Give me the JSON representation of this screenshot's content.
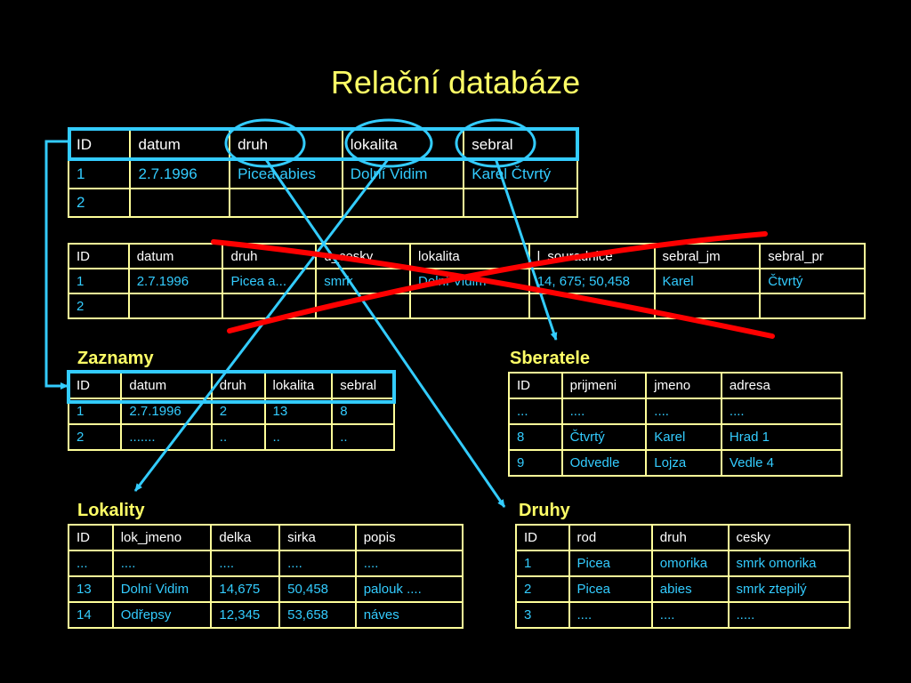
{
  "title": "Relační databáze",
  "main_table": {
    "headers": [
      "ID",
      "datum",
      "druh",
      "lokalita",
      "sebral"
    ],
    "rows": [
      [
        "1",
        "2.7.1996",
        "Picea abies",
        "Dolní Vidim",
        "Karel Čtvrtý"
      ],
      [
        "2",
        "",
        "",
        "",
        ""
      ]
    ]
  },
  "flat_table": {
    "headers": [
      "ID",
      "datum",
      "druh",
      "d_cesky",
      "lokalita",
      "l_souradnice",
      "sebral_jm",
      "sebral_pr"
    ],
    "rows": [
      [
        "1",
        "2.7.1996",
        "Picea a...",
        "smrk",
        "Dolní Vidim",
        "14, 675; 50,458",
        "Karel",
        "Čtvrtý"
      ],
      [
        "2",
        "",
        "",
        "",
        "",
        "",
        "",
        ""
      ]
    ]
  },
  "zaznamy": {
    "label": "Zaznamy",
    "headers": [
      "ID",
      "datum",
      "druh",
      "lokalita",
      "sebral"
    ],
    "rows": [
      [
        "1",
        "2.7.1996",
        "2",
        "13",
        "8"
      ],
      [
        "2",
        ".......",
        "..",
        "..",
        ".."
      ]
    ]
  },
  "sberatele": {
    "label": "Sberatele",
    "headers": [
      "ID",
      "prijmeni",
      "jmeno",
      "adresa"
    ],
    "rows": [
      [
        "...",
        "....",
        "....",
        "...."
      ],
      [
        "8",
        "Čtvrtý",
        "Karel",
        "Hrad 1"
      ],
      [
        "9",
        "Odvedle",
        "Lojza",
        "Vedle 4"
      ]
    ]
  },
  "lokality": {
    "label": "Lokality",
    "headers": [
      "ID",
      "lok_jmeno",
      "delka",
      "sirka",
      "popis"
    ],
    "rows": [
      [
        "...",
        "....",
        "....",
        "....",
        "...."
      ],
      [
        "13",
        "Dolní Vidim",
        "14,675",
        "50,458",
        "palouk ...."
      ],
      [
        "14",
        "Odřepsy",
        "12,345",
        "53,658",
        "náves"
      ]
    ]
  },
  "druhy": {
    "label": "Druhy",
    "headers": [
      "ID",
      "rod",
      "druh",
      "cesky"
    ],
    "rows": [
      [
        "1",
        "Picea",
        "omorika",
        "smrk omorika"
      ],
      [
        "2",
        "Picea",
        "abies",
        "smrk ztepilý"
      ],
      [
        "3",
        "....",
        "....",
        "....."
      ]
    ]
  },
  "colors": {
    "title": "#ffff66",
    "grid": "#ffff99",
    "header_text": "#ffffff",
    "data_text": "#33ccff",
    "highlight": "#33ccff",
    "strike": "#ff0000"
  }
}
